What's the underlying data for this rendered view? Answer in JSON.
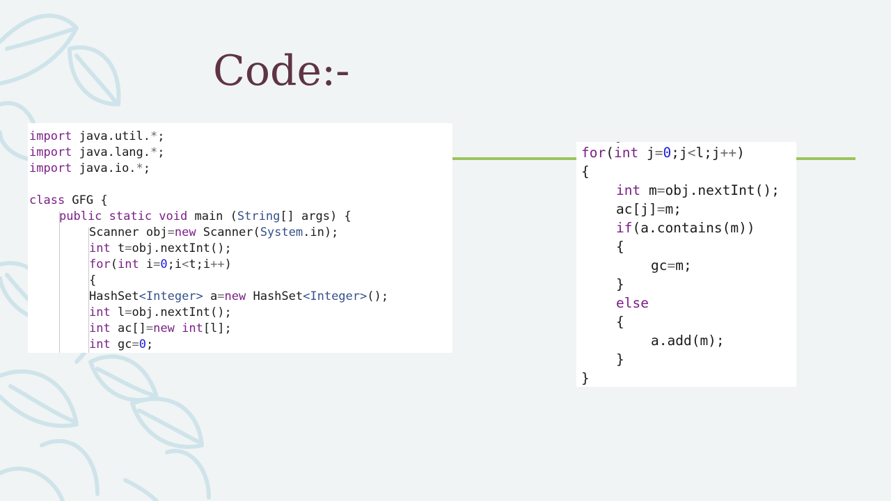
{
  "slide": {
    "title": "Code:-",
    "colors": {
      "title": "#5e3445",
      "accent_rule": "#9cc35a",
      "background": "#f1f4f4",
      "leaf_outline": "#cfe4ea"
    }
  },
  "code_panel_left": {
    "lines": [
      {
        "indent": 0,
        "tokens": [
          {
            "t": "import",
            "k": "kw"
          },
          {
            "t": " java.util."
          },
          {
            "t": "*",
            "k": "op"
          },
          {
            "t": ";"
          }
        ]
      },
      {
        "indent": 0,
        "tokens": [
          {
            "t": "import",
            "k": "kw"
          },
          {
            "t": " java.lang."
          },
          {
            "t": "*",
            "k": "op"
          },
          {
            "t": ";"
          }
        ]
      },
      {
        "indent": 0,
        "tokens": [
          {
            "t": "import",
            "k": "kw"
          },
          {
            "t": " java.io."
          },
          {
            "t": "*",
            "k": "op"
          },
          {
            "t": ";"
          }
        ]
      },
      {
        "indent": 0,
        "tokens": []
      },
      {
        "indent": 0,
        "tokens": [
          {
            "t": "class",
            "k": "kw"
          },
          {
            "t": " GFG {"
          }
        ]
      },
      {
        "indent": 1,
        "tokens": [
          {
            "t": "public static void",
            "k": "kw"
          },
          {
            "t": " main ("
          },
          {
            "t": "String",
            "k": "ty"
          },
          {
            "t": "[] args) {"
          }
        ]
      },
      {
        "indent": 2,
        "tokens": [
          {
            "t": "Scanner obj"
          },
          {
            "t": "=",
            "k": "op"
          },
          {
            "t": "new",
            "k": "kw"
          },
          {
            "t": " Scanner("
          },
          {
            "t": "System",
            "k": "ty"
          },
          {
            "t": ".in);"
          }
        ]
      },
      {
        "indent": 2,
        "tokens": [
          {
            "t": "int",
            "k": "kw"
          },
          {
            "t": " t"
          },
          {
            "t": "=",
            "k": "op"
          },
          {
            "t": "obj.nextInt();"
          }
        ]
      },
      {
        "indent": 2,
        "tokens": [
          {
            "t": "for",
            "k": "kw"
          },
          {
            "t": "("
          },
          {
            "t": "int",
            "k": "kw"
          },
          {
            "t": " i"
          },
          {
            "t": "=",
            "k": "op"
          },
          {
            "t": "0",
            "k": "num"
          },
          {
            "t": ";i"
          },
          {
            "t": "<",
            "k": "op"
          },
          {
            "t": "t;i"
          },
          {
            "t": "++",
            "k": "op"
          },
          {
            "t": ")"
          }
        ]
      },
      {
        "indent": 2,
        "tokens": [
          {
            "t": "{"
          }
        ]
      },
      {
        "indent": 2,
        "tokens": [
          {
            "t": "HashSet"
          },
          {
            "t": "<Integer>",
            "k": "ty"
          },
          {
            "t": " a"
          },
          {
            "t": "=",
            "k": "op"
          },
          {
            "t": "new",
            "k": "kw"
          },
          {
            "t": " HashSet"
          },
          {
            "t": "<Integer>",
            "k": "ty"
          },
          {
            "t": "();"
          }
        ]
      },
      {
        "indent": 2,
        "tokens": [
          {
            "t": "int",
            "k": "kw"
          },
          {
            "t": " l"
          },
          {
            "t": "=",
            "k": "op"
          },
          {
            "t": "obj.nextInt();"
          }
        ]
      },
      {
        "indent": 2,
        "tokens": [
          {
            "t": "int",
            "k": "kw"
          },
          {
            "t": " ac[]"
          },
          {
            "t": "=",
            "k": "op"
          },
          {
            "t": "new int",
            "k": "kw"
          },
          {
            "t": "[l];"
          }
        ]
      },
      {
        "indent": 2,
        "tokens": [
          {
            "t": "int",
            "k": "kw"
          },
          {
            "t": " gc"
          },
          {
            "t": "=",
            "k": "op"
          },
          {
            "t": "0",
            "k": "num"
          },
          {
            "t": ";"
          }
        ]
      }
    ]
  },
  "code_panel_right": {
    "lines": [
      {
        "indent": 0,
        "tokens": [
          {
            "t": "for",
            "k": "kw"
          },
          {
            "t": "("
          },
          {
            "t": "int",
            "k": "kw"
          },
          {
            "t": " j"
          },
          {
            "t": "=",
            "k": "op"
          },
          {
            "t": "0",
            "k": "num"
          },
          {
            "t": ";j"
          },
          {
            "t": "<",
            "k": "op"
          },
          {
            "t": "l;j"
          },
          {
            "t": "++",
            "k": "op"
          },
          {
            "t": ")"
          }
        ]
      },
      {
        "indent": 0,
        "tokens": [
          {
            "t": "{"
          }
        ]
      },
      {
        "indent": 1,
        "tokens": [
          {
            "t": "int",
            "k": "kw"
          },
          {
            "t": " m"
          },
          {
            "t": "=",
            "k": "op"
          },
          {
            "t": "obj.nextInt();"
          }
        ]
      },
      {
        "indent": 1,
        "tokens": [
          {
            "t": "ac[j]"
          },
          {
            "t": "=",
            "k": "op"
          },
          {
            "t": "m;"
          }
        ]
      },
      {
        "indent": 1,
        "tokens": [
          {
            "t": "if",
            "k": "kw"
          },
          {
            "t": "(a.contains(m))"
          }
        ]
      },
      {
        "indent": 1,
        "tokens": [
          {
            "t": "{"
          }
        ]
      },
      {
        "indent": 2,
        "tokens": [
          {
            "t": "gc"
          },
          {
            "t": "=",
            "k": "op"
          },
          {
            "t": "m;"
          }
        ]
      },
      {
        "indent": 1,
        "tokens": [
          {
            "t": "}"
          }
        ]
      },
      {
        "indent": 1,
        "tokens": [
          {
            "t": "else",
            "k": "kw"
          }
        ]
      },
      {
        "indent": 1,
        "tokens": [
          {
            "t": "{"
          }
        ]
      },
      {
        "indent": 2,
        "tokens": [
          {
            "t": "a.add(m);"
          }
        ]
      },
      {
        "indent": 1,
        "tokens": [
          {
            "t": "}"
          }
        ]
      },
      {
        "indent": 0,
        "tokens": [
          {
            "t": "}"
          }
        ]
      }
    ]
  }
}
